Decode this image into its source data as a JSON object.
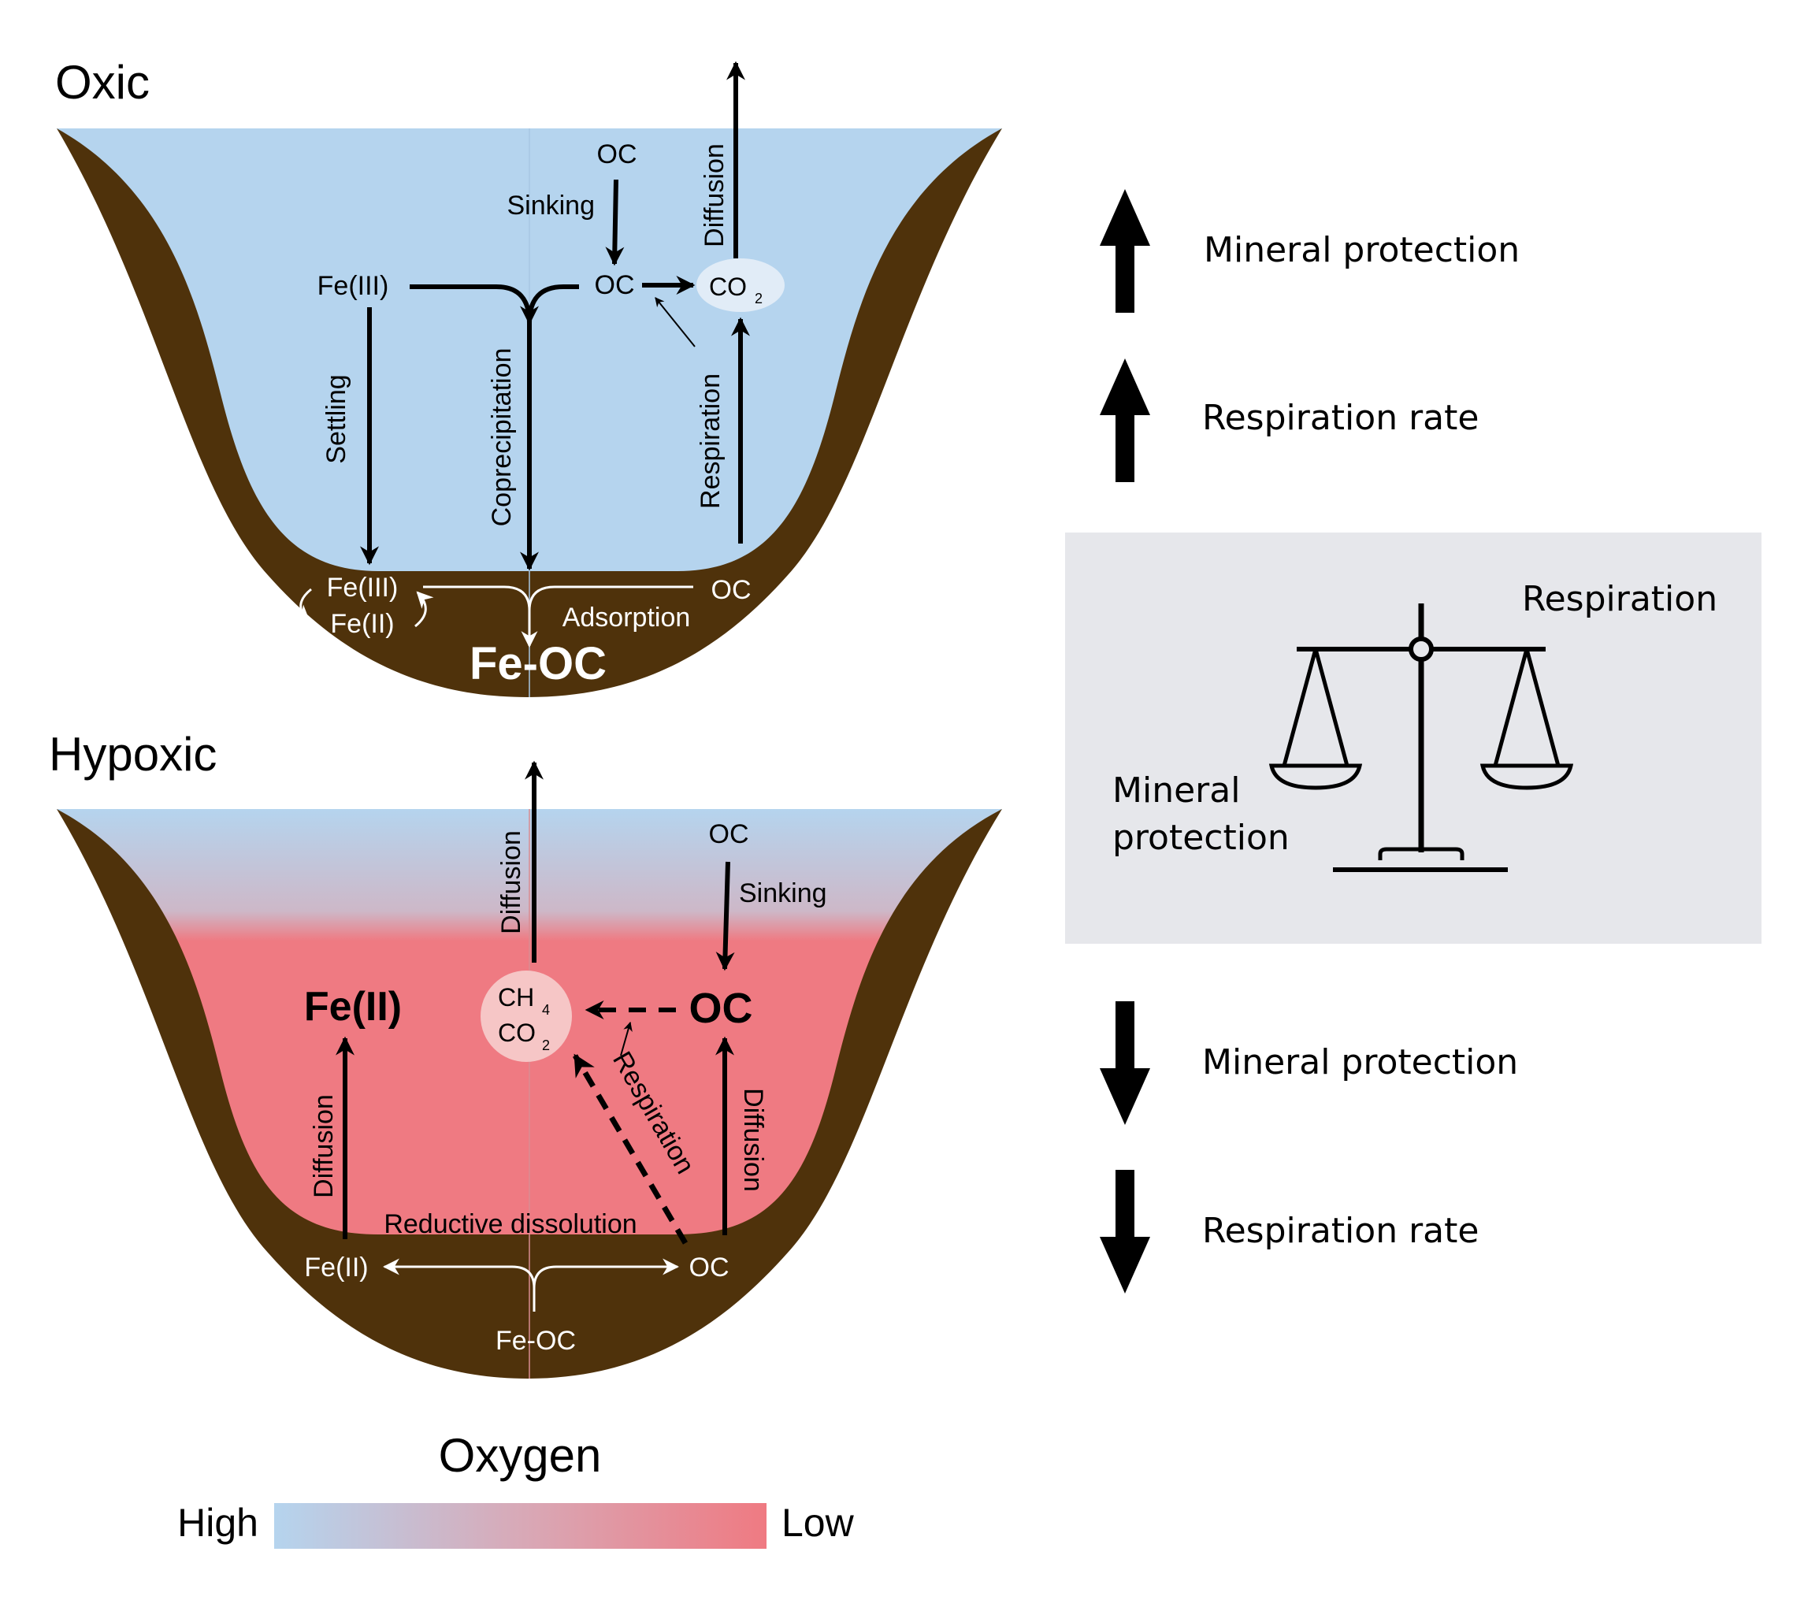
{
  "oxic": {
    "title": "Oxic",
    "oc_top": "OC",
    "sinking": "Sinking",
    "feiii_top": "Fe(III)",
    "oc_mid": "OC",
    "co2": "CO",
    "co2_sub": "2",
    "diffusion": "Diffusion",
    "settling": "Settling",
    "coprecipitation": "Coprecipitation",
    "respiration": "Respiration",
    "feiii_bottom": "Fe(III)",
    "feii_bottom": "Fe(II)",
    "adsorption": "Adsorption",
    "oc_bottom": "OC",
    "feoc": "Fe-OC"
  },
  "hypoxic": {
    "title": "Hypoxic",
    "diffusion_top": "Diffusion",
    "oc_top": "OC",
    "sinking": "Sinking",
    "feii_big": "Fe(II)",
    "ch4": "CH",
    "ch4_sub": "4",
    "co2": "CO",
    "co2_sub": "2",
    "oc_big": "OC",
    "diffusion_left": "Diffusion",
    "respiration": "Respiration",
    "diffusion_right": "Diffusion",
    "reductive": "Reductive dissolution",
    "feii_bottom": "Fe(II)",
    "oc_bottom": "OC",
    "feoc": "Fe-OC"
  },
  "legend": {
    "title": "Oxygen",
    "high": "High",
    "low": "Low",
    "high_color": "#b5d4ee",
    "low_color": "#ef7a82"
  },
  "right_panel": {
    "item1": "Mineral protection",
    "item2": "Respiration rate",
    "balance_right": "Respiration",
    "balance_left_1": "Mineral",
    "balance_left_2": "protection",
    "item3": "Mineral protection",
    "item4": "Respiration rate",
    "box_color": "#e6e7eb"
  },
  "colors": {
    "sediment": "#4f320b",
    "oxic_water": "#b5d4ee",
    "hypoxic_water": "#ef7a82",
    "co2_bubble": "#e1ecf7",
    "ch4_bubble": "#f6c6c6"
  }
}
